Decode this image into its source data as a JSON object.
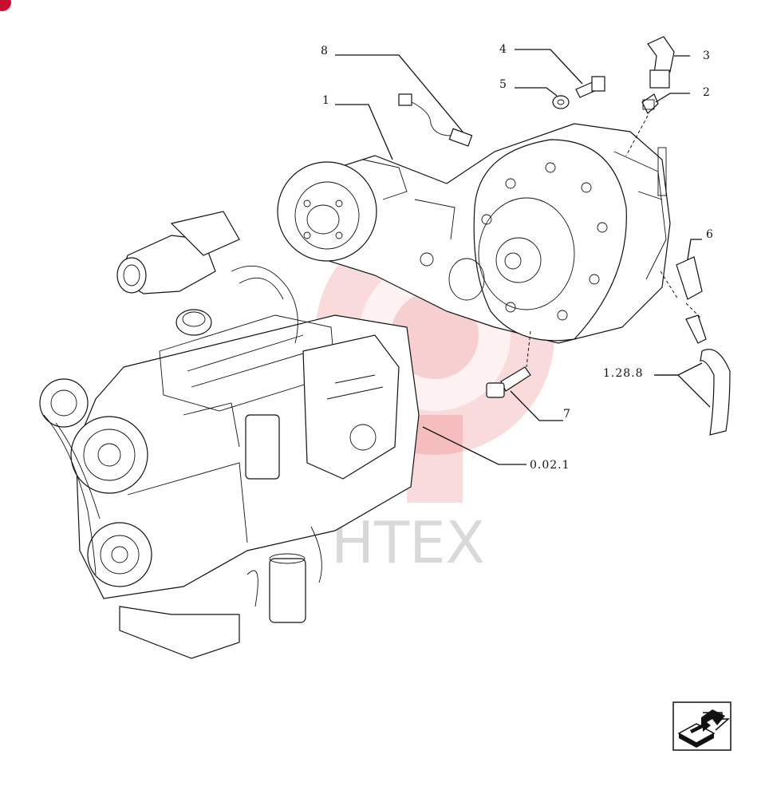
{
  "diagram": {
    "callouts": [
      {
        "id": "label-8",
        "text": "8"
      },
      {
        "id": "label-1",
        "text": "1"
      },
      {
        "id": "label-4",
        "text": "4"
      },
      {
        "id": "label-5",
        "text": "5"
      },
      {
        "id": "label-3",
        "text": "3"
      },
      {
        "id": "label-2",
        "text": "2"
      },
      {
        "id": "label-6",
        "text": "6"
      },
      {
        "id": "label-1288",
        "text": "1.28.8"
      },
      {
        "id": "label-7",
        "text": "7"
      },
      {
        "id": "label-0021",
        "text": "0.02.1"
      }
    ],
    "watermark": {
      "text": "HTEX",
      "color": "#e5393d"
    }
  },
  "navigation": {
    "next_page_icon": "arrow-turn-icon"
  },
  "colors": {
    "line": "#111111",
    "background": "#ffffff",
    "corner_mark": "#c8102e"
  }
}
